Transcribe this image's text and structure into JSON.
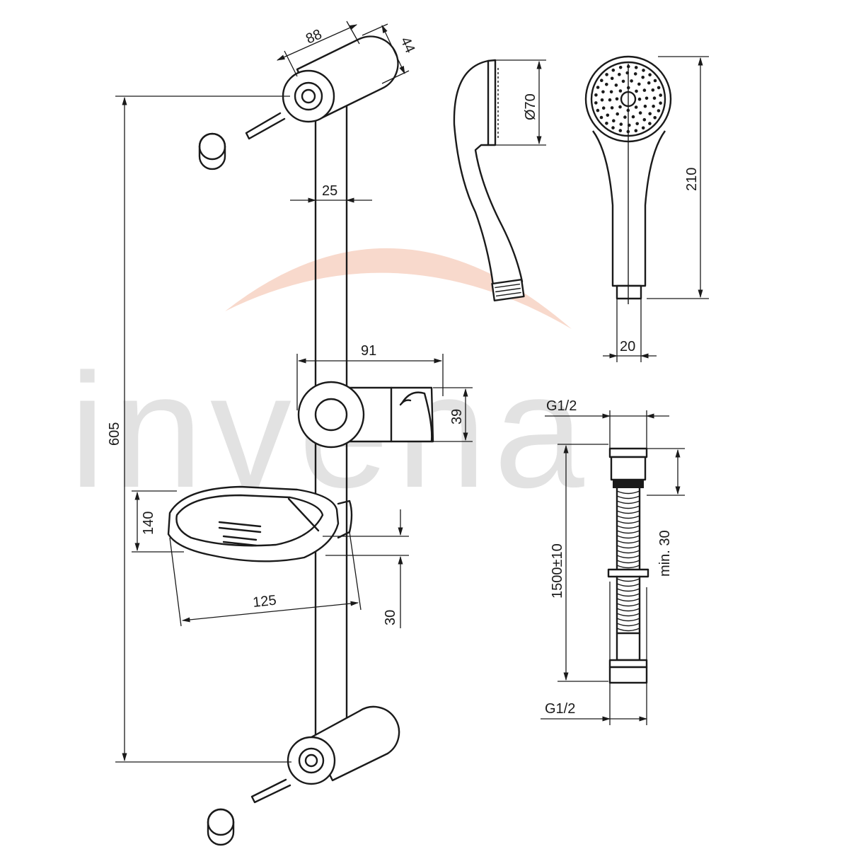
{
  "brand": {
    "watermark": "invena",
    "accent": "#f3b9a3",
    "watermark_color": "#e2e2e2",
    "line_color": "#1a1a1a"
  },
  "dimensions": {
    "bracket_length": "88",
    "bracket_depth": "44",
    "rail_width": "25",
    "rail_height": "605",
    "holder_projection": "91",
    "holder_height": "39",
    "dish_depth": "140",
    "dish_width": "125",
    "dish_offset": "30",
    "head_diameter": "Ø70",
    "handle_length": "210",
    "handle_connector": "20",
    "hose_thread_top": "G1/2",
    "hose_thread_bottom": "G1/2",
    "hose_length": "1500±10",
    "hose_min": "min. 30"
  }
}
